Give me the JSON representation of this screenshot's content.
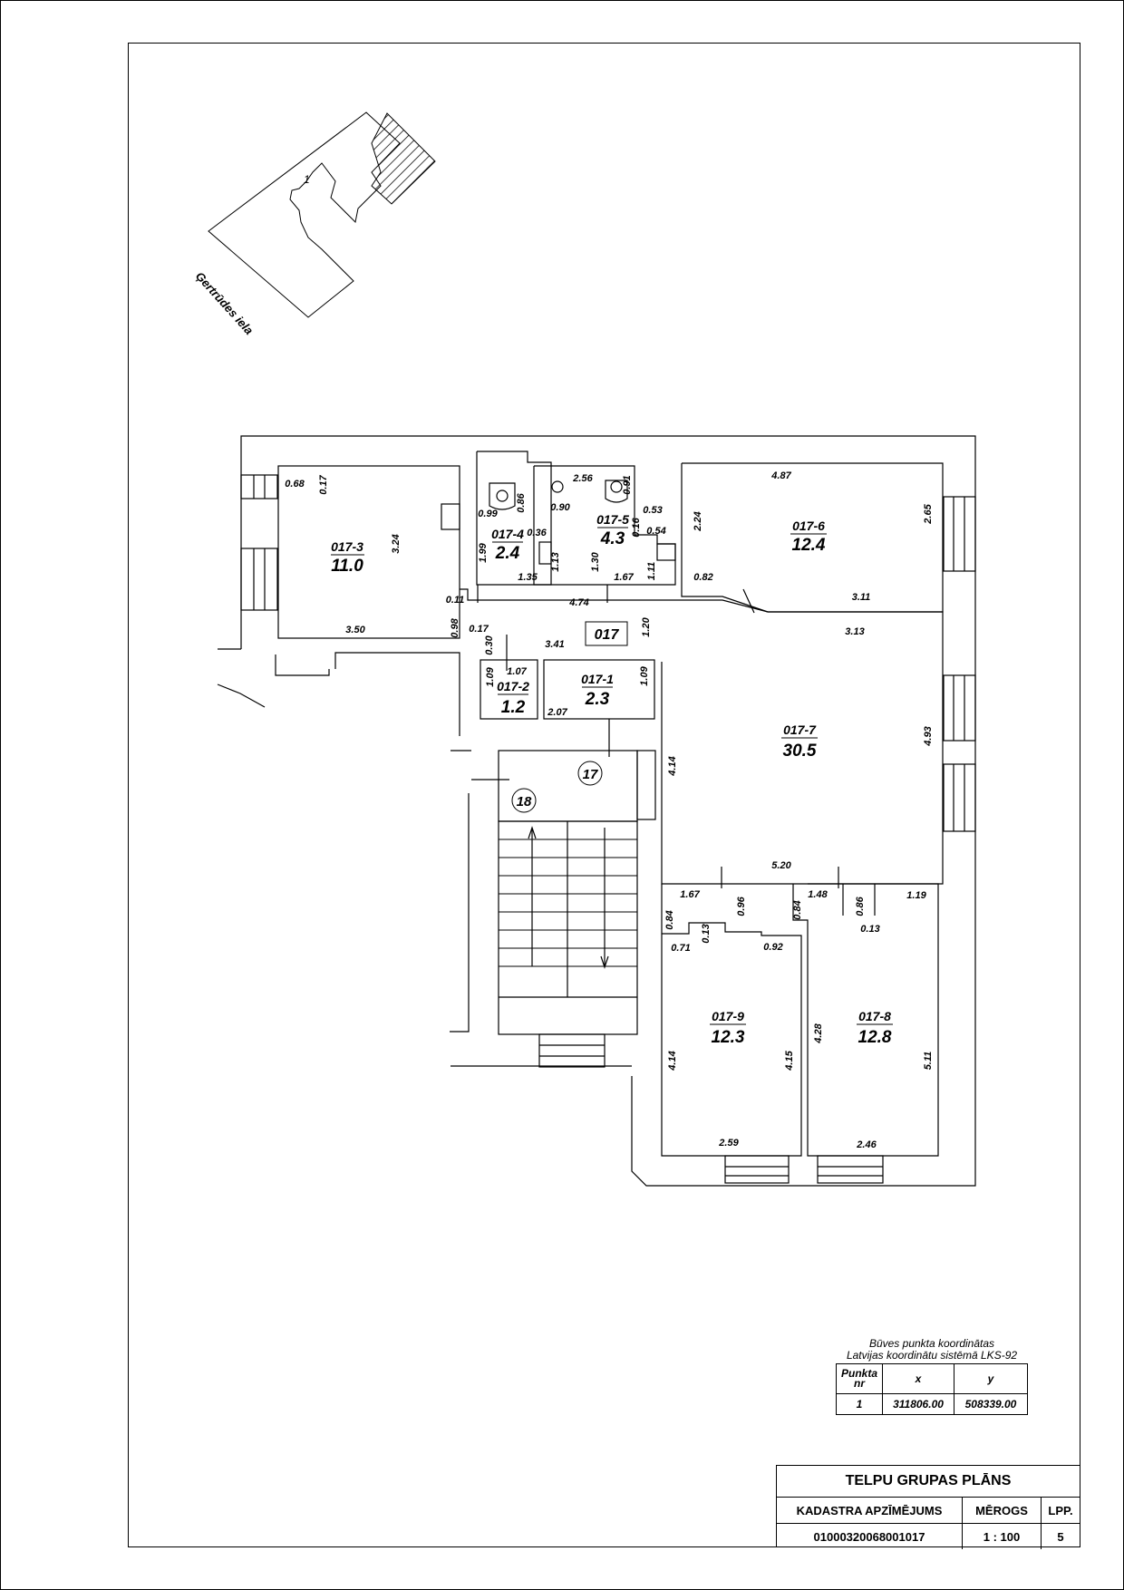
{
  "site": {
    "street_name": "Ģertrūdes iela",
    "point_marker": "1"
  },
  "plan": {
    "corridor_label": "017",
    "stair_labels": [
      "17",
      "18"
    ],
    "rooms": [
      {
        "id": "017-3",
        "area": "11.0"
      },
      {
        "id": "017-4",
        "area": "2.4"
      },
      {
        "id": "017-5",
        "area": "4.3"
      },
      {
        "id": "017-6",
        "area": "12.4"
      },
      {
        "id": "017-2",
        "area": "1.2"
      },
      {
        "id": "017-1",
        "area": "2.3"
      },
      {
        "id": "017-7",
        "area": "30.5"
      },
      {
        "id": "017-9",
        "area": "12.3"
      },
      {
        "id": "017-8",
        "area": "12.8"
      }
    ],
    "dimensions": [
      "0.68",
      "0.17",
      "3.24",
      "3.50",
      "0.11",
      "0.98",
      "0.17",
      "0.30",
      "0.99",
      "0.86",
      "0.36",
      "1.13",
      "1.99",
      "1.35",
      "2.56",
      "0.91",
      "0.90",
      "0.53",
      "0.16",
      "0.54",
      "1.30",
      "1.67",
      "1.11",
      "4.87",
      "2.24",
      "2.65",
      "0.82",
      "3.11",
      "4.74",
      "1.20",
      "3.41",
      "1.09",
      "1.07",
      "1.09",
      "2.07",
      "3.13",
      "4.93",
      "4.14",
      "5.20",
      "1.67",
      "0.96",
      "0.84",
      "0.13",
      "0.71",
      "0.92",
      "1.48",
      "0.86",
      "0.84",
      "1.19",
      "0.13",
      "4.14",
      "4.15",
      "2.59",
      "4.28",
      "5.11",
      "2.46"
    ]
  },
  "coordinates": {
    "caption_line1": "Būves punkta koordinātas",
    "caption_line2": "Latvijas koordinātu sistēmā LKS-92",
    "headers": [
      "Punkta nr",
      "x",
      "y"
    ],
    "rows": [
      [
        "1",
        "311806.00",
        "508339.00"
      ]
    ]
  },
  "title_block": {
    "title": "TELPU GRUPAS PLĀNS",
    "headers": [
      "KADASTRA APZĪMĒJUMS",
      "MĒROGS",
      "LPP."
    ],
    "values": [
      "01000320068001017",
      "1 : 100",
      "5"
    ]
  }
}
